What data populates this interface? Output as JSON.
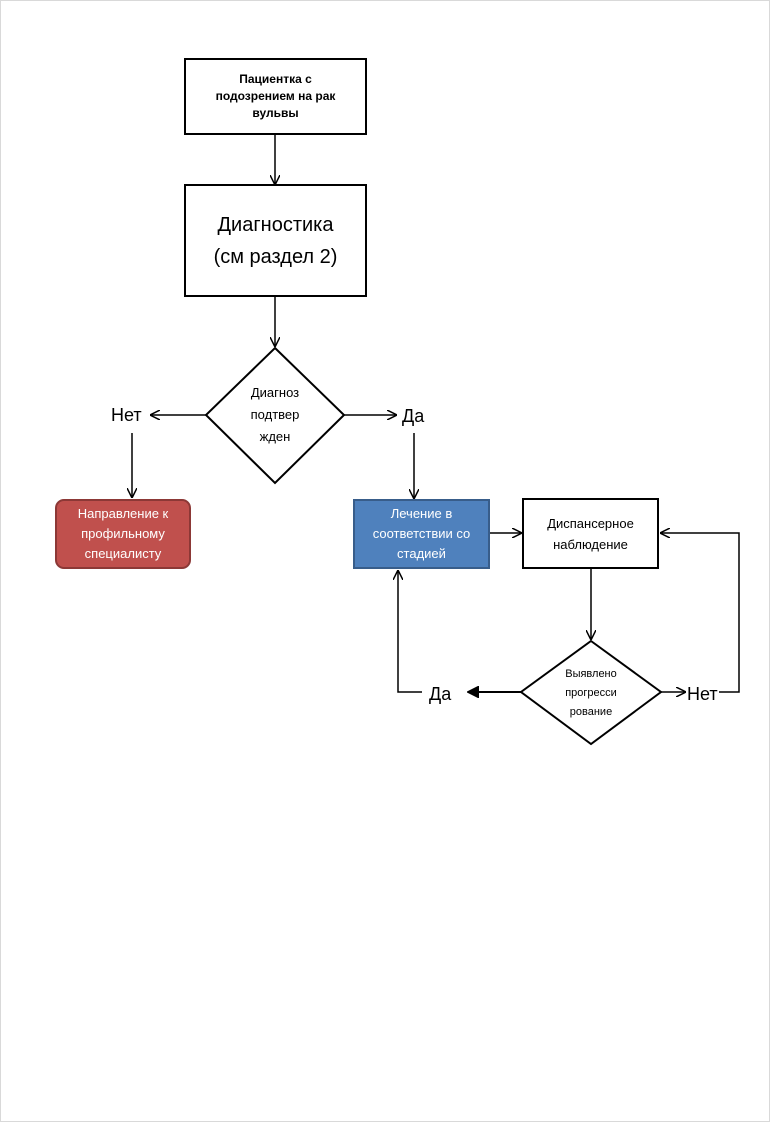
{
  "nodes": {
    "start": "Пациентка с\nподозрением на рак\nвульвы",
    "diagnostics": "Диагностика\n(см раздел 2)",
    "decision_confirmed": "Диагноз\nподтвер\nжден",
    "no_label_top": "Нет",
    "yes_label_top": "Да",
    "referral": "Направление к\nпрофильному\nспециалисту",
    "treatment": "Лечение в\nсоответствии со\nстадией",
    "followup": "Диспансерное\nнаблюдение",
    "decision_progression": "Выявлено\nпрогресси\nрование",
    "yes_label_bottom": "Да",
    "no_label_bottom": "Нет"
  },
  "colors": {
    "referral_fill": "#c0504d",
    "referral_border": "#8c3836",
    "treatment_fill": "#4f81bd",
    "treatment_border": "#385d8a",
    "line": "#000000"
  }
}
